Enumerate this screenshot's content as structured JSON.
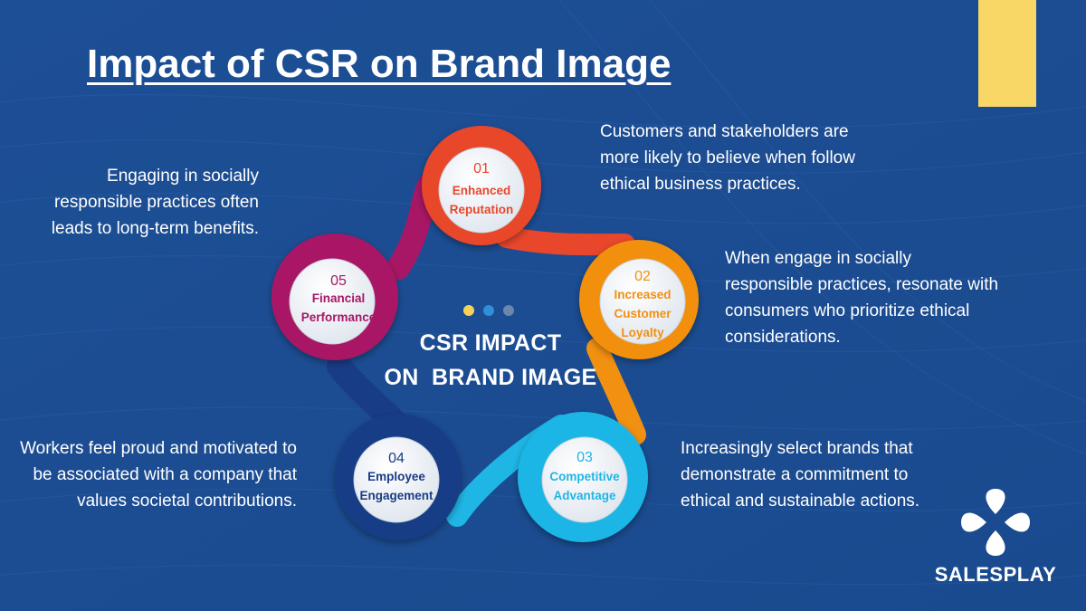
{
  "title": "Impact of CSR on Brand Image",
  "center": {
    "line1": "CSR IMPACT",
    "line2": "ON  BRAND IMAGE"
  },
  "nodes": [
    {
      "number": "01",
      "label_line1": "Enhanced",
      "label_line2": "Reputation",
      "label_line3": "",
      "color": "#e8472b",
      "description": "Customers and stakeholders are more likely to believe when follow ethical business practices."
    },
    {
      "number": "02",
      "label_line1": "Increased",
      "label_line2": "Customer",
      "label_line3": "Loyalty",
      "color": "#f29011",
      "description": "When engage in socially responsible practices, resonate with consumers who prioritize ethical considerations."
    },
    {
      "number": "03",
      "label_line1": "Competitive",
      "label_line2": "Advantage",
      "label_line3": "",
      "color": "#1fb6e6",
      "description": "Increasingly select brands that demonstrate a commitment to ethical and sustainable actions."
    },
    {
      "number": "04",
      "label_line1": "Employee",
      "label_line2": "Engagement",
      "label_line3": "",
      "color": "#193c86",
      "description": "Workers feel proud and motivated to be associated with a company that values societal contributions."
    },
    {
      "number": "05",
      "label_line1": "Financial",
      "label_line2": "Performance",
      "label_line3": "",
      "color": "#a81765",
      "description": "Engaging in socially responsible practices often leads to long-term benefits."
    }
  ],
  "dots": [
    "#f6d358",
    "#2f8fd8",
    "#6c87a8"
  ],
  "accent_color": "#f8d767",
  "brand": "SALESPLAY"
}
